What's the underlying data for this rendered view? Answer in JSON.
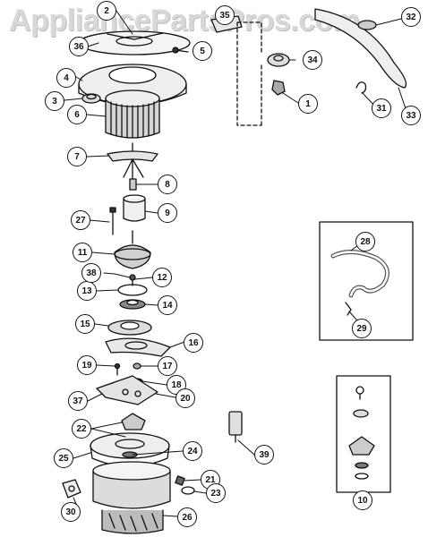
{
  "watermark": "AppliancePartsPros.com",
  "callouts": [
    "1",
    "2",
    "3",
    "4",
    "5",
    "6",
    "7",
    "8",
    "9",
    "10",
    "11",
    "12",
    "13",
    "14",
    "15",
    "16",
    "17",
    "18",
    "19",
    "20",
    "21",
    "22",
    "23",
    "24",
    "25",
    "26",
    "27",
    "28",
    "29",
    "30",
    "31",
    "32",
    "33",
    "34",
    "35",
    "36",
    "37",
    "38",
    "39"
  ],
  "colors": {
    "line": "#111111",
    "background": "#ffffff",
    "watermark": "#d8d8d8"
  }
}
